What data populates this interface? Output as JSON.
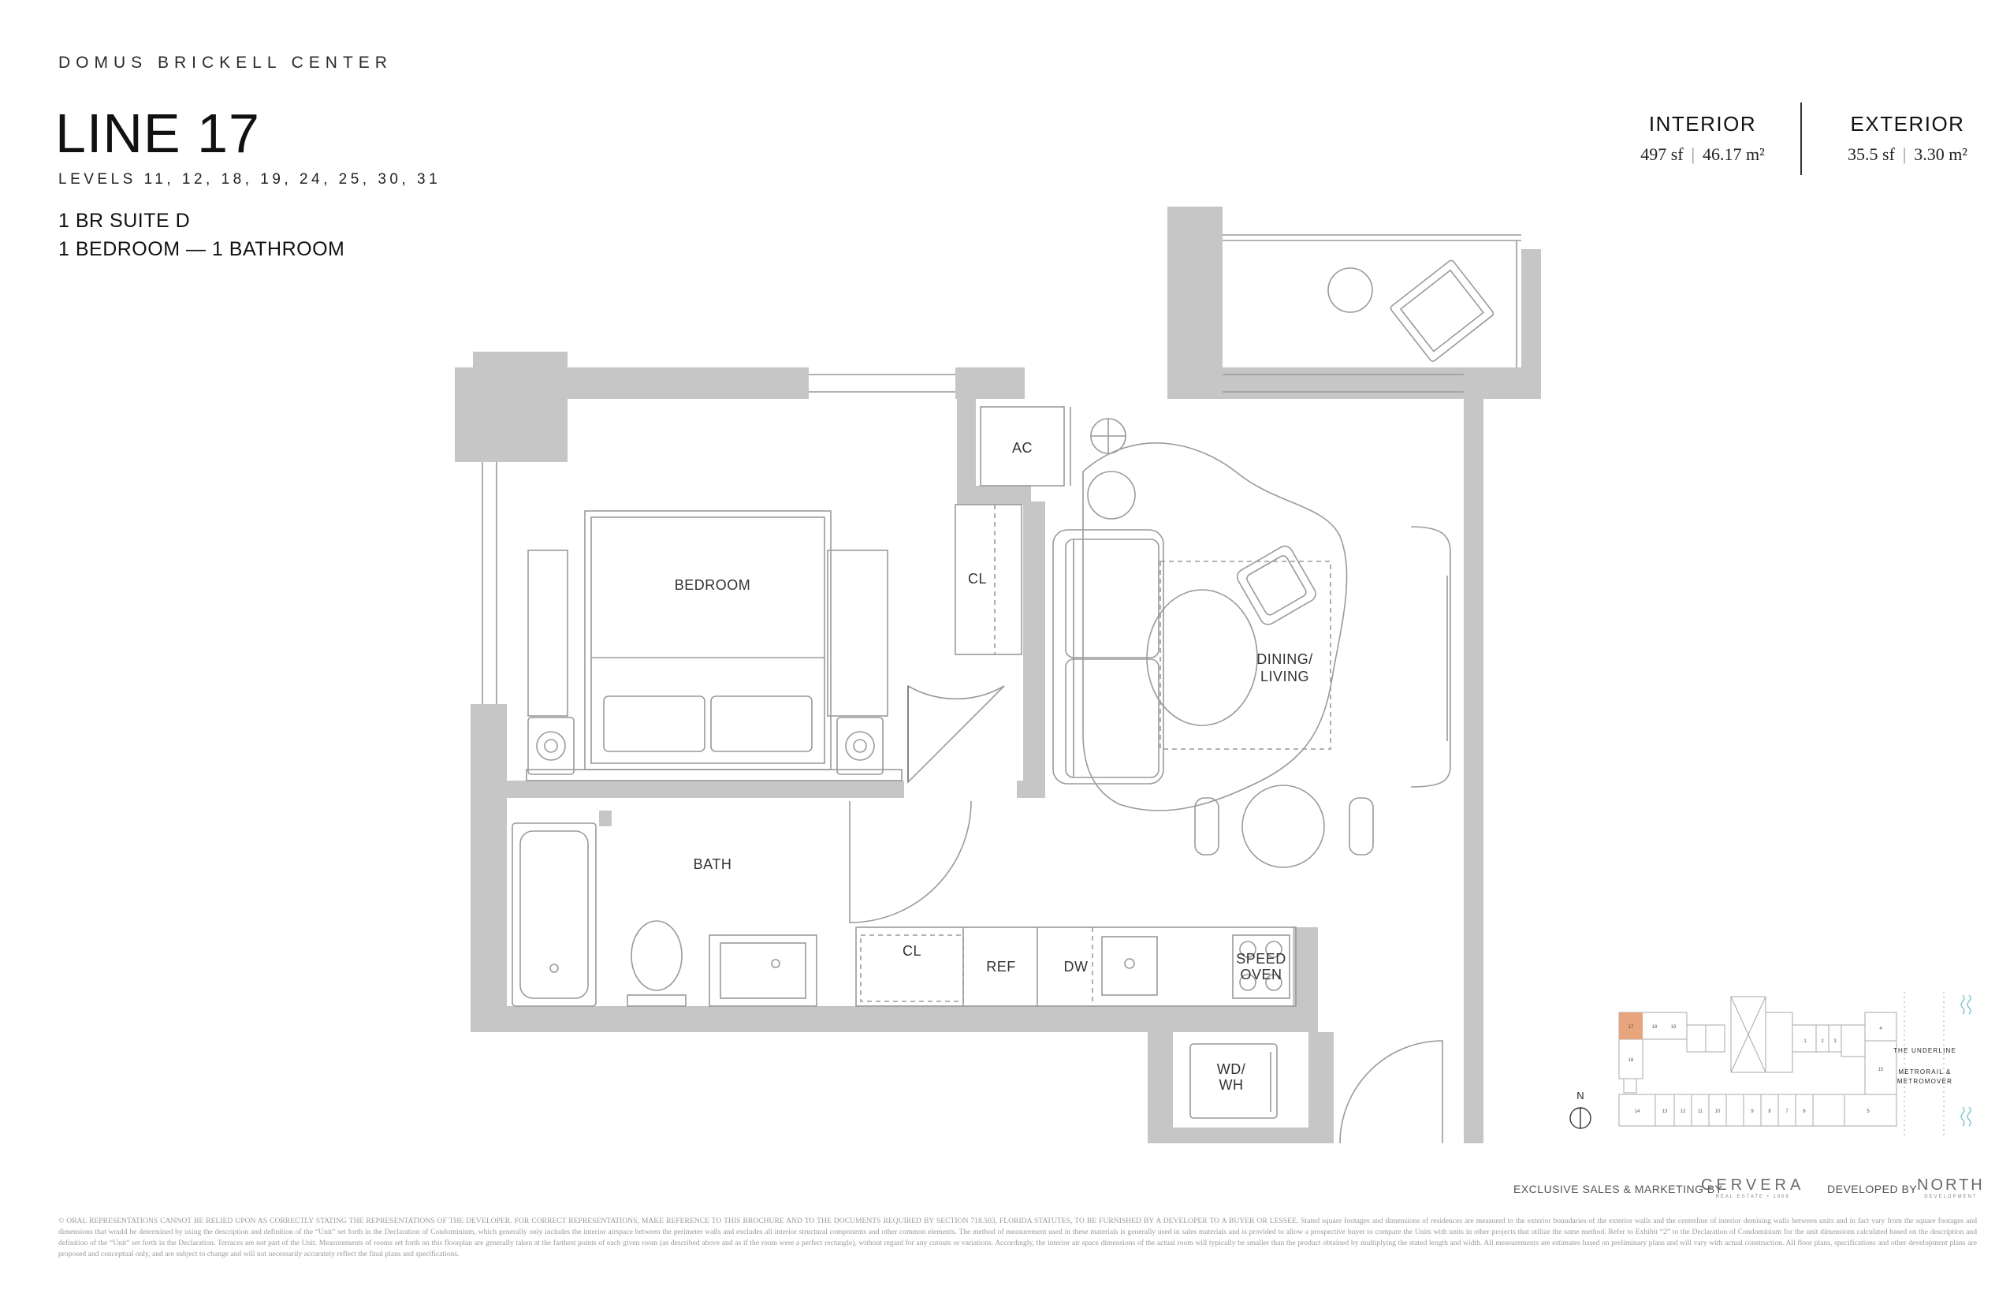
{
  "header": {
    "project": "DOMUS BRICKELL CENTER",
    "line": "LINE 17",
    "levels": "LEVELS 11, 12, 18, 19, 24, 25, 30, 31",
    "suite": "1 BR SUITE D",
    "beds_baths": "1 BEDROOM — 1 BATHROOM"
  },
  "areas": {
    "interior": {
      "label": "INTERIOR",
      "sf": "497 sf",
      "m2": "46.17 m²"
    },
    "exterior": {
      "label": "EXTERIOR",
      "sf": "35.5 sf",
      "m2": "3.30 m²"
    }
  },
  "rooms": {
    "bedroom": "BEDROOM",
    "bath": "BATH",
    "ac": "AC",
    "cl_upper": "CL",
    "cl_kitchen": "CL",
    "dining_1": "DINING/",
    "dining_2": "LIVING",
    "ref": "REF",
    "dw": "DW",
    "speed_1": "SPEED",
    "speed_2": "OVEN",
    "wdwh_1": "WD/",
    "wdwh_2": "WH"
  },
  "keyplan": {
    "north": "N",
    "highlight_unit": "17",
    "units_top": [
      "18",
      "19",
      "1",
      "2",
      "3",
      "4"
    ],
    "units_left": [
      "16",
      "15"
    ],
    "units_bottom": [
      "14",
      "13",
      "12",
      "11",
      "10",
      "9",
      "8",
      "7",
      "6",
      "5"
    ],
    "underline": "THE UNDERLINE",
    "metrorail_1": "METRORAIL &",
    "metrorail_2": "METROMOVER",
    "highlight_color": "#e8a47c"
  },
  "footer": {
    "sales_label": "EXCLUSIVE SALES & MARKETING BY",
    "sales_logo": "CERVERA",
    "sales_logo_sub": "REAL ESTATE • 1968",
    "dev_label": "DEVELOPED BY",
    "dev_logo": "NORTH",
    "dev_logo_sub": "DEVELOPMENT",
    "disclaimer": "© ORAL REPRESENTATIONS CANNOT BE RELIED UPON AS CORRECTLY STATING THE REPRESENTATIONS OF THE DEVELOPER. FOR CORRECT REPRESENTATIONS, MAKE REFERENCE TO THIS BROCHURE AND TO THE DOCUMENTS REQUIRED BY SECTION 718.503, FLORIDA STATUTES, TO BE FURNISHED BY A DEVELOPER TO A BUYER OR LESSEE. Stated square footages and dimensions of residences are measured to the exterior boundaries of the exterior walls and the centerline of interior demising walls between units and in fact vary from the square footages and dimensions that would be determined by using the description and definition of the “Unit” set forth in the Declaration of Condominium, which generally only includes the interior airspace between the perimeter walls and excludes all interior structural components and other common elements. The method of measurement used in these materials is generally used in sales materials and is provided to allow a prospective buyer to compare the Units with units in other projects that utilize the same method. Refer to Exhibit “2” to the Declaration of Condominium for the unit dimensions calculated based on the description and definition of the “Unit” set forth in the Declaration. Terraces are not part of the Unit. Measurements of rooms set forth on this floorplan are generally taken at the farthest points of each given room (as described above and as if the room were a perfect rectangle), without regard for any cutouts or variations. Accordingly, the interior air space dimensions of the actual room will typically be smaller than the product obtained by multiplying the stated length and width. All measurements are estimates based on preliminary plans and will vary with actual construction. All floor plans, specifications and other development plans are proposed and conceptual only, and are subject to change and will not necessarily accurately reflect the final plans and specifications."
  }
}
